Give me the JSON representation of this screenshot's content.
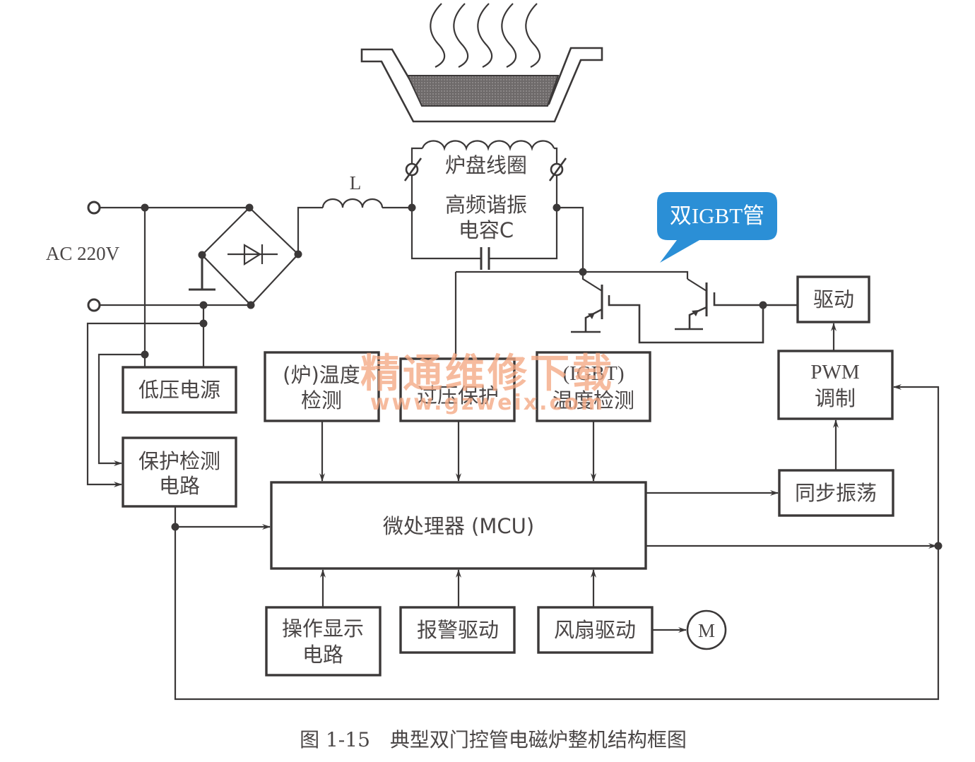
{
  "diagram": {
    "source_label": "AC 220V",
    "inductor_label": "L",
    "coil_label": "炉盘线圈",
    "resonant_cap_label_line1": "高频谐振",
    "resonant_cap_label_line2": "电容C",
    "callout": {
      "text": "双IGBT管",
      "color": "#2b8fd6"
    },
    "blocks": {
      "low_voltage_supply": "低压电源",
      "protection_detect": [
        "保护检测",
        "电路"
      ],
      "furnace_temp_detect": [
        "(炉)温度",
        "检测"
      ],
      "overvoltage_protect": "过压保护",
      "igbt_temp_detect": [
        "(IGBT)",
        "温度检测"
      ],
      "driver": "驱动",
      "pwm": [
        "PWM",
        "调制"
      ],
      "sync_osc": "同步振荡",
      "mcu": "微处理器 (MCU)",
      "operation_display": [
        "操作显示",
        "电路"
      ],
      "alarm_driver": "报警驱动",
      "fan_driver": "风扇驱动",
      "motor": "M"
    },
    "caption": "图 1-15　典型双门控管电磁炉整机结构框图"
  },
  "watermark": {
    "title": "精通维修下载",
    "url": "www.gzweix.com",
    "color": "#f4a883"
  }
}
